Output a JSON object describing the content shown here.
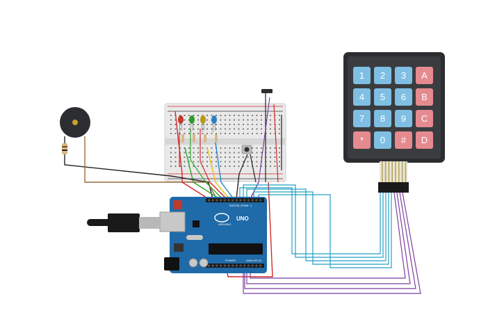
{
  "keypad": {
    "rows": [
      [
        {
          "label": "1",
          "kind": "num"
        },
        {
          "label": "2",
          "kind": "num"
        },
        {
          "label": "3",
          "kind": "num"
        },
        {
          "label": "A",
          "kind": "letter"
        }
      ],
      [
        {
          "label": "4",
          "kind": "num"
        },
        {
          "label": "5",
          "kind": "num"
        },
        {
          "label": "6",
          "kind": "num"
        },
        {
          "label": "B",
          "kind": "letter"
        }
      ],
      [
        {
          "label": "7",
          "kind": "num"
        },
        {
          "label": "8",
          "kind": "num"
        },
        {
          "label": "9",
          "kind": "num"
        },
        {
          "label": "C",
          "kind": "letter"
        }
      ],
      [
        {
          "label": "*",
          "kind": "letter"
        },
        {
          "label": "0",
          "kind": "num"
        },
        {
          "label": "#",
          "kind": "letter"
        },
        {
          "label": "D",
          "kind": "letter"
        }
      ]
    ],
    "colors": {
      "num": "#7fbfe3",
      "letter": "#e58a8f",
      "body": "#2b2d30"
    }
  },
  "arduino": {
    "logo_text": "UNO",
    "brand": "ARDUINO",
    "digital_label": "DIGITAL (PWM ~)",
    "power_label": "POWER",
    "analog_label": "ANALOG IN",
    "board_color": "#1f6aa8"
  },
  "leds": [
    {
      "color": "#c0392b"
    },
    {
      "color": "#2a9d2a"
    },
    {
      "color": "#b59a1a"
    },
    {
      "color": "#2e7fc1"
    }
  ],
  "wire_colors": {
    "red": "#d62828",
    "black": "#222222",
    "brown": "#9a6a3a",
    "green": "#2aa52a",
    "yellow": "#e6c21a",
    "blue": "#1e88c8",
    "teal": "#21a0c4",
    "purple": "#7b3fa0"
  }
}
